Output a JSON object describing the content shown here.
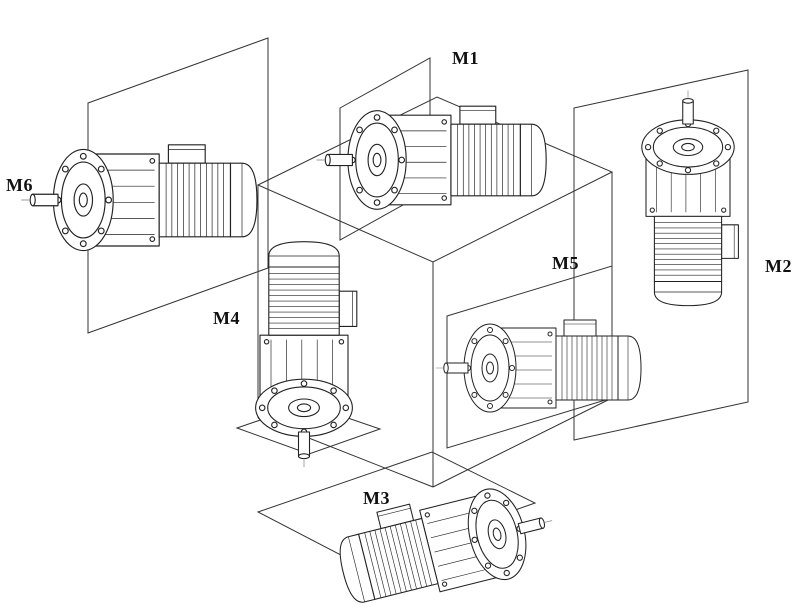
{
  "diagram": {
    "line_color": "#222222",
    "background": "#ffffff",
    "positions": [
      {
        "id": "m1",
        "label": "M1"
      },
      {
        "id": "m2",
        "label": "M2"
      },
      {
        "id": "m3",
        "label": "M3"
      },
      {
        "id": "m4",
        "label": "M4"
      },
      {
        "id": "m5",
        "label": "M5"
      },
      {
        "id": "m6",
        "label": "M6"
      }
    ]
  }
}
